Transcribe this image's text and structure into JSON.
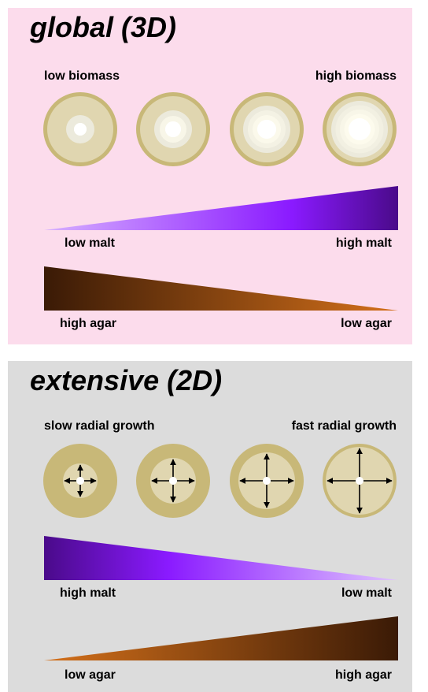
{
  "global": {
    "title": "global (3D)",
    "low_label": "low biomass",
    "high_label": "high biomass",
    "colonies": [
      {
        "level": 1,
        "rings": 2
      },
      {
        "level": 2,
        "rings": 3
      },
      {
        "level": 3,
        "rings": 4
      },
      {
        "level": 4,
        "rings": 5
      }
    ],
    "malt_left": "low malt",
    "malt_right": "high malt",
    "agar_left": "high agar",
    "agar_right": "low agar"
  },
  "extensive": {
    "title": "extensive (2D)",
    "low_label": "slow radial growth",
    "high_label": "fast radial growth",
    "colonies": [
      {
        "level": 1
      },
      {
        "level": 2
      },
      {
        "level": 3
      },
      {
        "level": 4
      }
    ],
    "malt_left": "high malt",
    "malt_right": "low malt",
    "agar_left": "low agar",
    "agar_right": "high agar"
  },
  "colors": {
    "global_bg": "#fcdcec",
    "extensive_bg": "#dcdcdc",
    "colony_rim": "#c8b878",
    "colony_fill": "#e0d6b0",
    "malt_dark": "#4a0a8a",
    "malt_mid": "#8a1aff",
    "malt_light": "#d7b0ff",
    "agar_dark": "#3a1a06",
    "agar_light": "#d4701a"
  }
}
